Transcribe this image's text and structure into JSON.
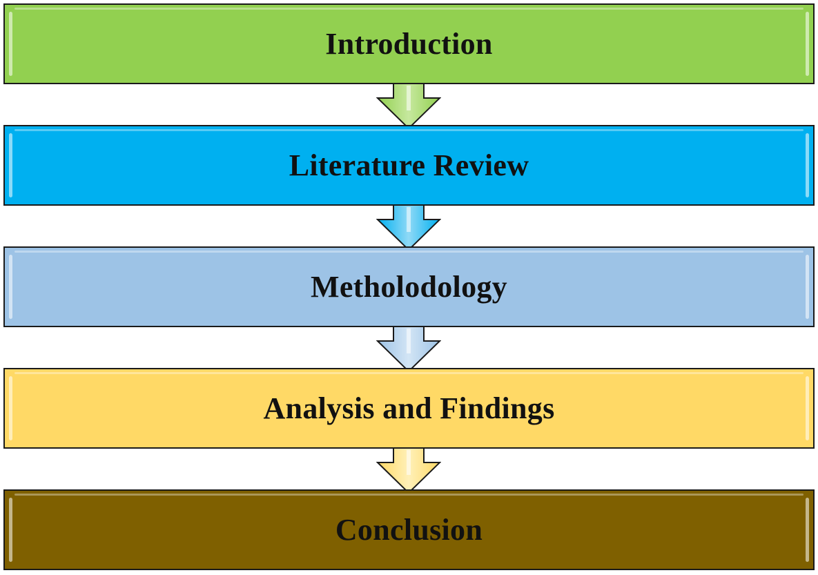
{
  "diagram": {
    "steps": [
      {
        "label": "Introduction",
        "color": "#92d050",
        "arrow_light": "#c6e89e"
      },
      {
        "label": "Literature Review",
        "color": "#00b0f0",
        "arrow_light": "#8fd9f6"
      },
      {
        "label": "Metholodology",
        "color": "#9dc3e6",
        "arrow_light": "#d3e5f5"
      },
      {
        "label": "Analysis and Findings",
        "color": "#ffd966",
        "arrow_light": "#fff0b8"
      },
      {
        "label": "Conclusion",
        "color": "#7f6000",
        "arrow_light": null
      }
    ],
    "connector_icon": "down-arrow-icon"
  }
}
